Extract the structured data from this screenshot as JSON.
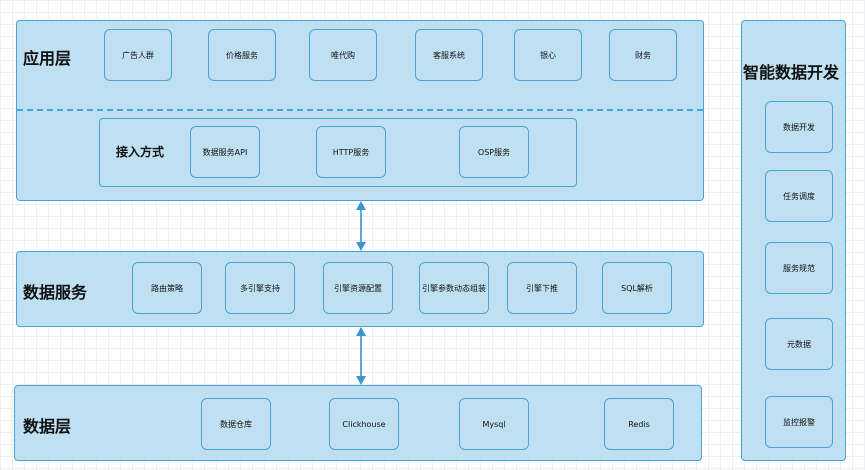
{
  "app_layer": {
    "title": "应用层",
    "apps": [
      "广告人群",
      "价格服务",
      "唯代购",
      "客服系统",
      "银心",
      "财务"
    ],
    "access": {
      "title": "接入方式",
      "items": [
        "数据服务API",
        "HTTP服务",
        "OSP服务"
      ]
    }
  },
  "service_layer": {
    "title": "数据服务",
    "items": [
      "路由策略",
      "多引擎支持",
      "引擎资源配置",
      "引擎参数动态组装",
      "引擎下推",
      "SQL解析"
    ]
  },
  "data_layer": {
    "title": "数据层",
    "items": [
      "数据仓库",
      "Clickhouse",
      "Mysql",
      "Redis"
    ]
  },
  "side_panel": {
    "title": "智能数据开发",
    "items": [
      "数据开发",
      "任务调度",
      "服务规范",
      "元数据",
      "监控报警"
    ]
  },
  "colors": {
    "fill": "#bfe0f1",
    "border": "#4aa3d6",
    "arrow": "#3b95cf"
  }
}
